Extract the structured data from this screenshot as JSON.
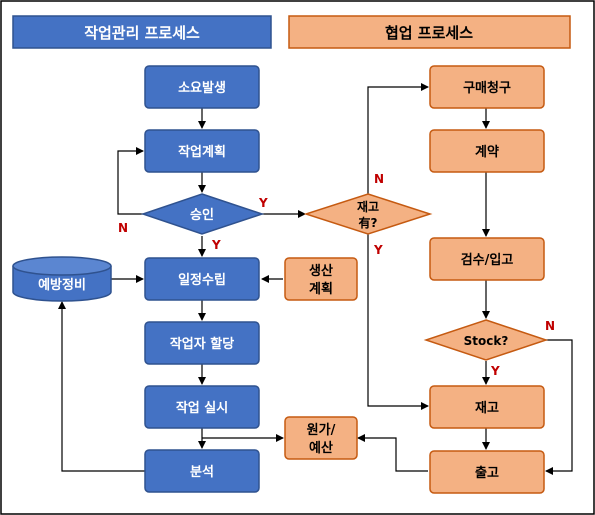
{
  "headers": {
    "work": "작업관리 프로세스",
    "collab": "협업 프로세스"
  },
  "nodes": {
    "occur": "소요발생",
    "plan": "작업계획",
    "approve": "승인",
    "schedule": "일정수립",
    "assign": "작업자 할당",
    "execute": "작업 실시",
    "analysis": "분석",
    "maintenance": "예방정비",
    "production_line1": "생산",
    "production_line2": "계획",
    "stock_q_line1": "재고",
    "stock_q_line2": "有?",
    "cost_line1": "원가/",
    "cost_line2": "예산",
    "purchase": "구매청구",
    "contract": "계약",
    "inspect": "검수/입고",
    "stock_check": "Stock?",
    "inventory": "재고",
    "release": "출고"
  },
  "edge_labels": {
    "approve_y_right": "Y",
    "approve_n": "N",
    "approve_y_down": "Y",
    "stock_q_n": "N",
    "stock_q_y": "Y",
    "stock_check_n": "N",
    "stock_check_y": "Y"
  },
  "colors": {
    "blue_fill": "#4472C4",
    "blue_stroke": "#2F528F",
    "orange_fill": "#F4B183",
    "orange_stroke": "#C55A11",
    "edge_label": "#C00000"
  }
}
